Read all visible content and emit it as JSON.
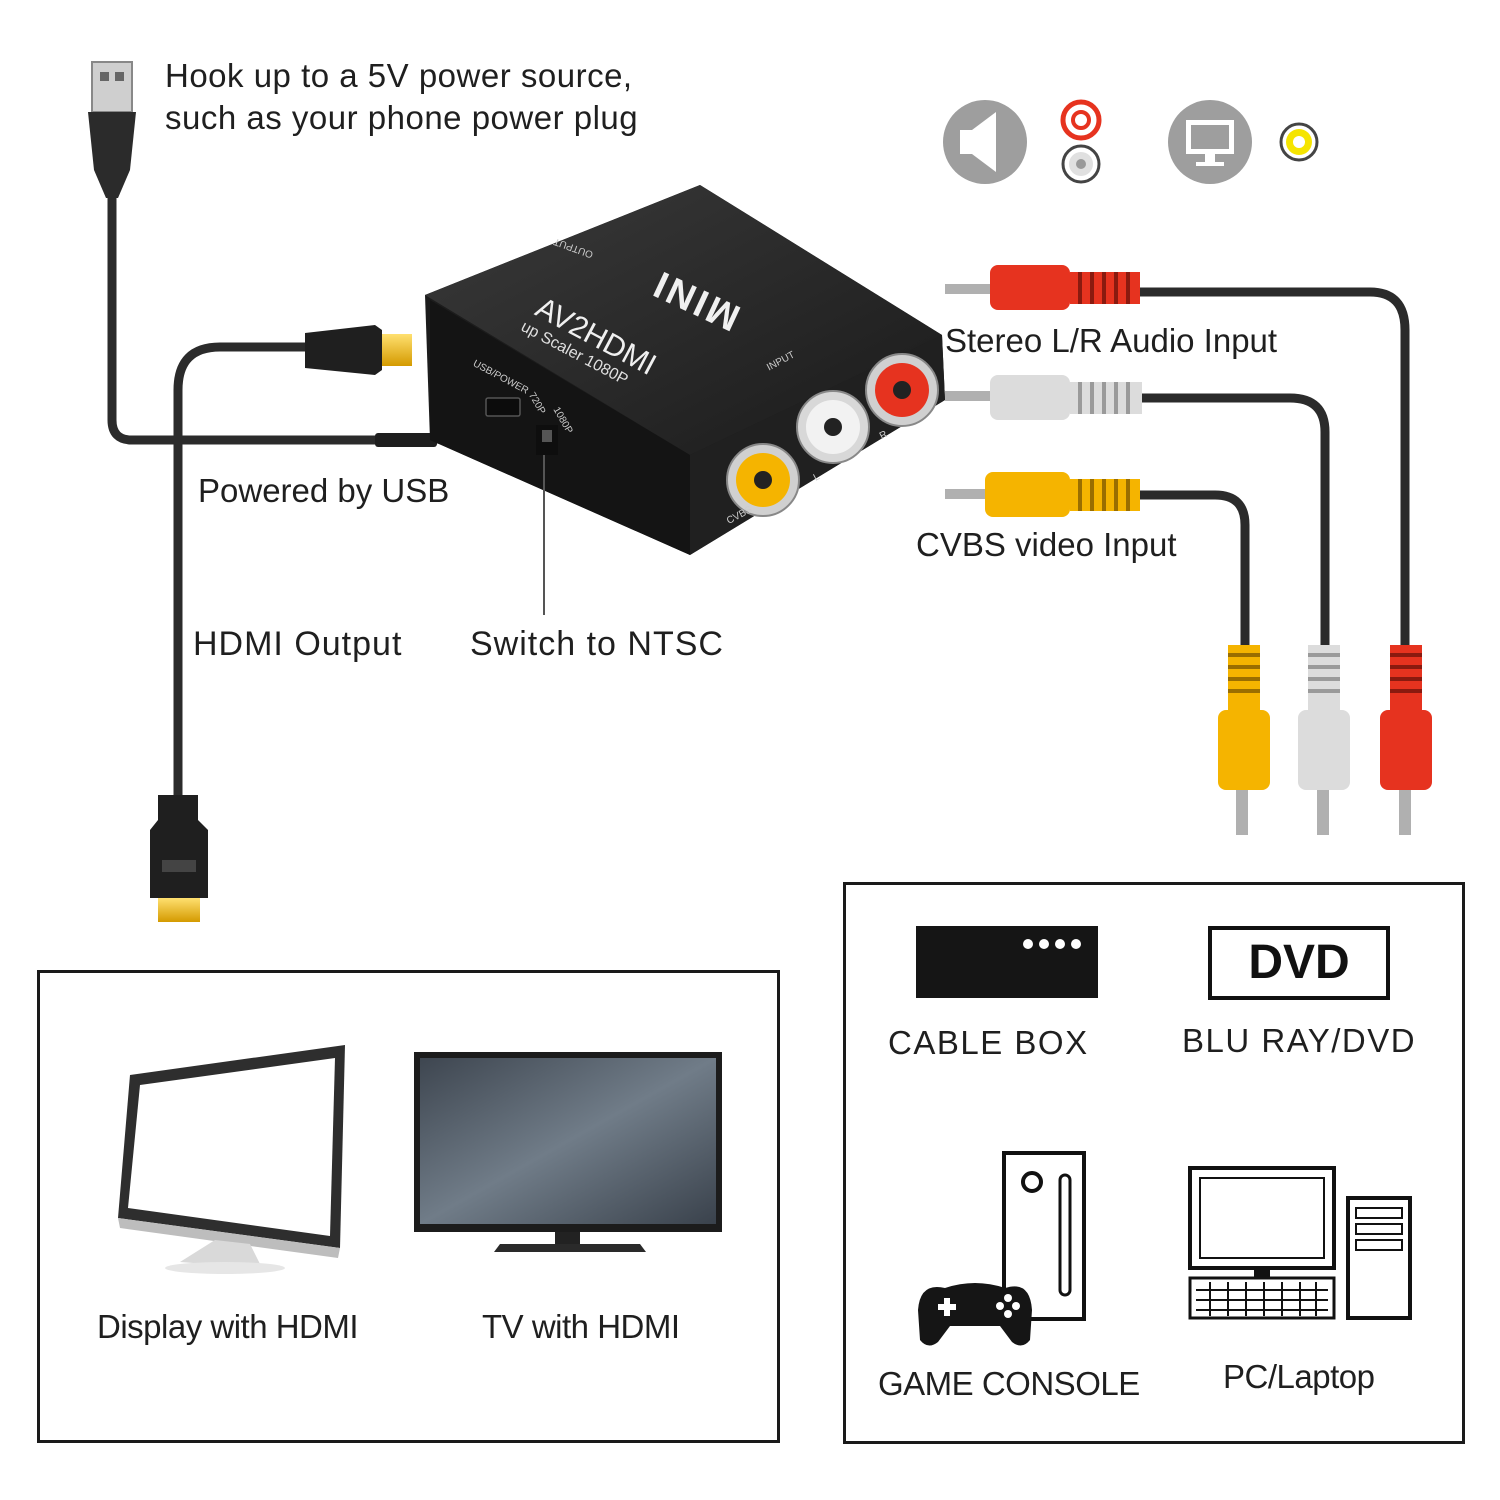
{
  "labels": {
    "power_line1": "Hook up to a 5V power source,",
    "power_line2": "such as your phone power plug",
    "powered_by_usb": "Powered by USB",
    "hdmi_output": "HDMI Output",
    "switch_ntsc": "Switch to NTSC",
    "stereo_input": "Stereo L/R Audio Input",
    "cvbs_input": "CVBS video Input"
  },
  "device_box": {
    "brand": "MINI",
    "model": "AV2HDMI",
    "subtitle": "up Scaler 1080P",
    "output_label": "OUTPUT",
    "input_label": "INPUT",
    "usb_power_label": "USB/POWER",
    "res_720": "720P",
    "res_1080": "1080P",
    "port_cvbs": "CVBS",
    "port_l": "L",
    "port_r": "R"
  },
  "output_devices": [
    {
      "name": "display",
      "label": "Display with HDMI"
    },
    {
      "name": "tv",
      "label": "TV with HDMI"
    }
  ],
  "input_devices": [
    {
      "name": "cable-box",
      "label": "CABLE BOX"
    },
    {
      "name": "dvd",
      "label": "BLU RAY/DVD",
      "badge": "DVD"
    },
    {
      "name": "game-console",
      "label": "GAME CONSOLE"
    },
    {
      "name": "pc",
      "label": "PC/Laptop"
    }
  ],
  "icons": [
    "speaker-icon",
    "monitor-icon",
    "red-jack-icon",
    "white-jack-icon",
    "yellow-jack-icon"
  ],
  "colors": {
    "red": "#e6331f",
    "white": "#d9d9d9",
    "yellow": "#f5b400",
    "cable": "#2b2b2b",
    "gold": "#f2c200"
  }
}
